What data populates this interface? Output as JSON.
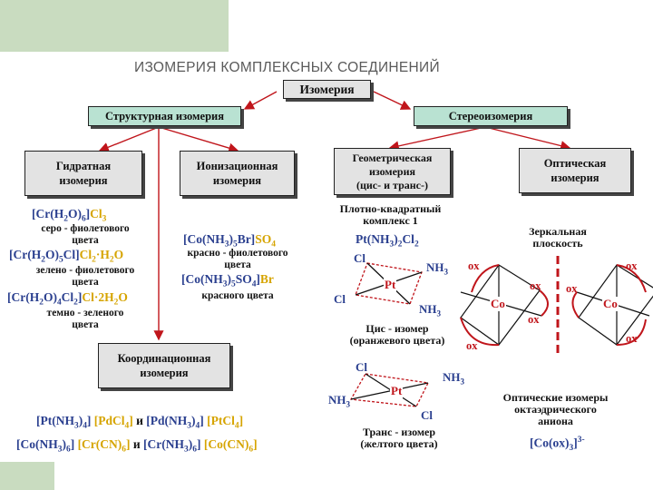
{
  "title": "ИЗОМЕРИЯ КОМПЛЕКСНЫХ СОЕДИНЕНИЙ",
  "boxes": {
    "root": "Изомерия",
    "structural": "Структурная изомерия",
    "stereo": "Стереоизомерия",
    "hydrate_1": "Гидратная",
    "hydrate_2": "изомерия",
    "ionization_1": "Ионизационная",
    "ionization_2": "изомерия",
    "geometric_1": "Геометрическая",
    "geometric_2": "изомерия",
    "geometric_3": "(цис- и транс-)",
    "optical_1": "Оптическая",
    "optical_2": "изомерия",
    "coord_1": "Координационная",
    "coord_2": "изомерия"
  },
  "hydrate": {
    "f1_desc_1": "серо - фиолетового",
    "f1_desc_2": "цвета",
    "f2_desc_1": "зелено - фиолетового",
    "f2_desc_2": "цвета",
    "f3_desc_1": "темно - зеленого",
    "f3_desc_2": "цвета"
  },
  "ionization": {
    "f1_desc_1": "красно - фиолетового",
    "f1_desc_2": "цвета",
    "f2_desc_1": "красного цвета"
  },
  "coordination": {
    "and": "и"
  },
  "geometric": {
    "label_1": "Плотно-квадратный",
    "label_2": "комплекс 1",
    "cis_1": "Цис - изомер",
    "cis_2": "(оранжевого цвета)",
    "trans_1": "Транс - изомер",
    "trans_2": "(желтого цвета)",
    "pt": "Pt",
    "cl": "Cl",
    "nh3": "NH",
    "three": "3"
  },
  "optical": {
    "mirror_1": "Зеркальная",
    "mirror_2": "плоскость",
    "ox": "ox",
    "co": "Co",
    "caption_1": "Оптические изомеры",
    "caption_2": "октаэдрического",
    "caption_3": "аниона",
    "charge": "3-"
  },
  "colors": {
    "box_gray": "#e3e3e3",
    "box_green": "#b9e2d2",
    "accent_red": "#c0151b",
    "accent_yellow": "#d6a400",
    "accent_blue": "#2a3f8f",
    "deco_green": "#c9dcc0"
  }
}
